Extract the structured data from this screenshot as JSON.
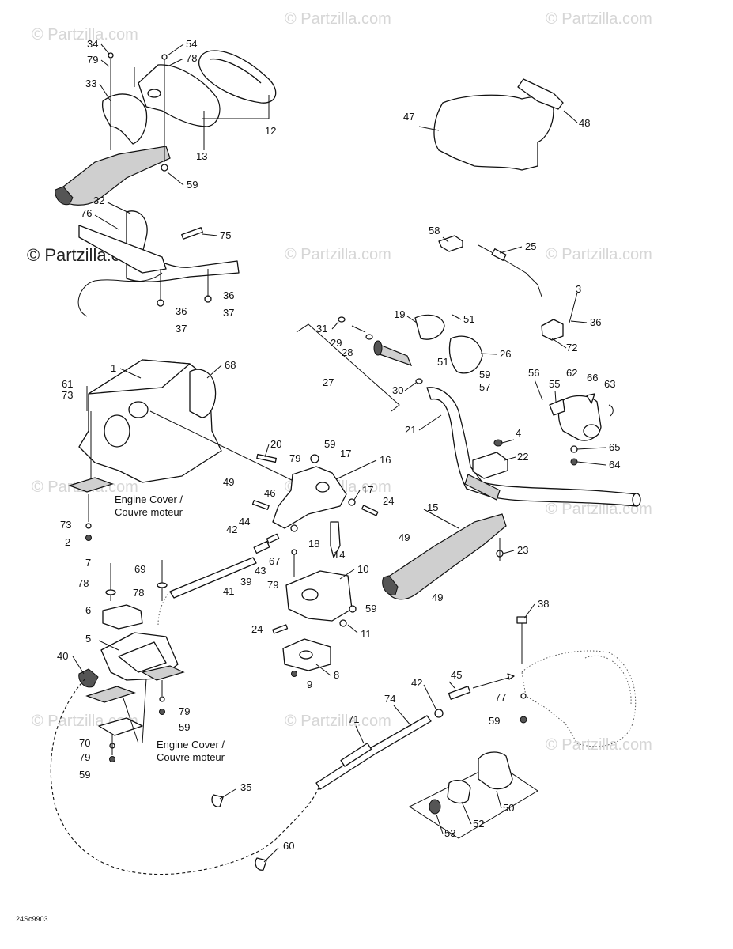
{
  "watermark": {
    "text": "© Partzilla.com"
  },
  "drawing_code": "24Sc9903",
  "notes": {
    "engine_cover_1_line1": "Engine Cover /",
    "engine_cover_1_line2": "Couvre moteur",
    "engine_cover_2_line1": "Engine Cover /",
    "engine_cover_2_line2": "Couvre moteur"
  },
  "callouts": {
    "c34": "34",
    "c79a": "79",
    "c54": "54",
    "c78a": "78",
    "c33": "33",
    "c12": "12",
    "c13": "13",
    "c59a": "59",
    "c47": "47",
    "c48": "48",
    "c32": "32",
    "c76": "76",
    "c75": "75",
    "c36a": "36",
    "c37a": "37",
    "c36b": "36",
    "c37b": "37",
    "c58": "58",
    "c25": "25",
    "c3": "3",
    "c36c": "36",
    "c72": "72",
    "c31": "31",
    "c19": "19",
    "c51a": "51",
    "c29": "29",
    "c28": "28",
    "c26": "26",
    "c51b": "51",
    "c59b": "59",
    "c57": "57",
    "c27": "27",
    "c30": "30",
    "c21": "21",
    "c56": "56",
    "c62": "62",
    "c66": "66",
    "c55": "55",
    "c63": "63",
    "c4": "4",
    "c22": "22",
    "c65": "65",
    "c64": "64",
    "c1": "1",
    "c68": "68",
    "c61": "61",
    "c73a": "73",
    "c73b": "73",
    "c2": "2",
    "c20": "20",
    "c59c": "59",
    "c79b": "79",
    "c17a": "17",
    "c16": "16",
    "c49a": "49",
    "c46": "46",
    "c17b": "17",
    "c24a": "24",
    "c42a": "42",
    "c44": "44",
    "c18": "18",
    "c14": "14",
    "c15": "15",
    "c49b": "49",
    "c23": "23",
    "c49c": "49",
    "c7": "7",
    "c69": "69",
    "c67": "67",
    "c43": "43",
    "c10": "10",
    "c78b": "78",
    "c78c": "78",
    "c39": "39",
    "c41": "41",
    "c79c": "79",
    "c59d": "59",
    "c6": "6",
    "c5": "5",
    "c40": "40",
    "c24b": "24",
    "c11": "11",
    "c9": "9",
    "c8": "8",
    "c38": "38",
    "c45": "45",
    "c42b": "42",
    "c74": "74",
    "c77": "77",
    "c59e": "59",
    "c79d": "79",
    "c59f": "59",
    "c71": "71",
    "c70": "70",
    "c79e": "79",
    "c59g": "59",
    "c35": "35",
    "c50": "50",
    "c53": "53",
    "c52": "52",
    "c60": "60"
  }
}
